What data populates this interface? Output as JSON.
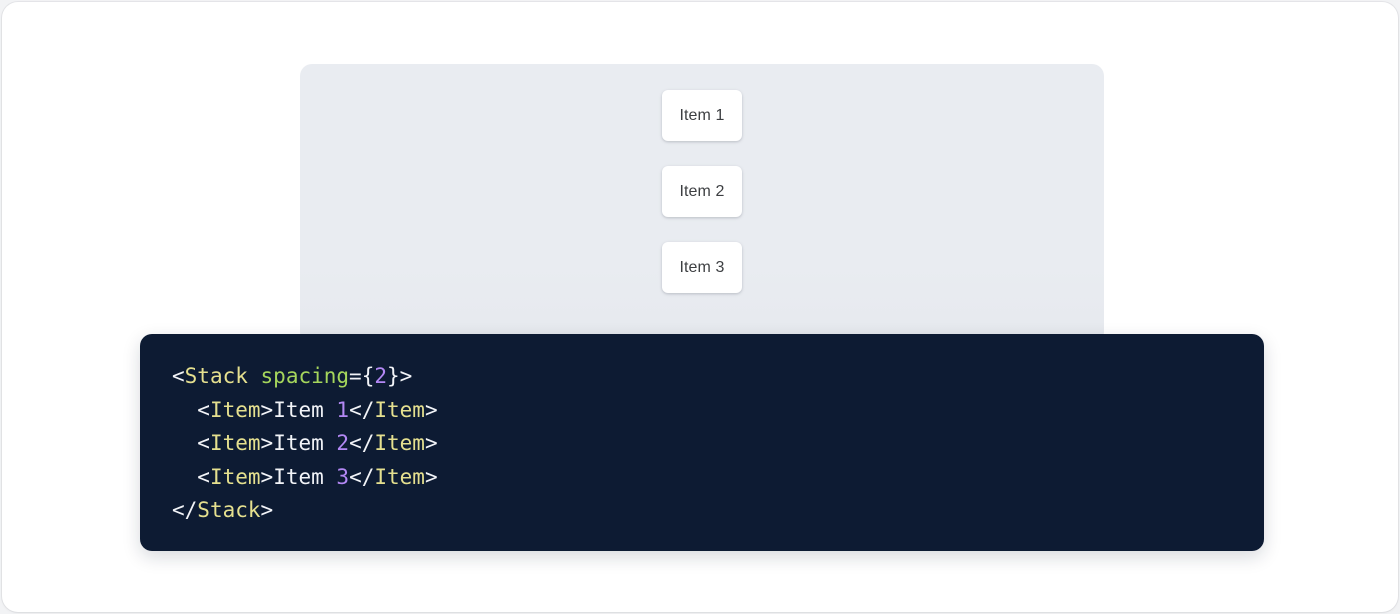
{
  "page": {
    "background_color": "#f2f3f5",
    "frame_color": "#ffffff"
  },
  "preview": {
    "surface_color": "#e9ecf1",
    "items": [
      {
        "label": "Item 1"
      },
      {
        "label": "Item 2"
      },
      {
        "label": "Item 3"
      }
    ]
  },
  "code_panel": {
    "background_color": "#0d1b33",
    "colors": {
      "tag": "#e5e08f",
      "attribute": "#a5d65c",
      "number": "#b388f5",
      "punctuation": "#f2f4f8",
      "text": "#f2f4f8"
    },
    "lines": [
      {
        "tokens": [
          {
            "t": "<",
            "k": "punct"
          },
          {
            "t": "Stack",
            "k": "tag"
          },
          {
            "t": " ",
            "k": "space"
          },
          {
            "t": "spacing",
            "k": "attr"
          },
          {
            "t": "=",
            "k": "punct"
          },
          {
            "t": "{",
            "k": "punct"
          },
          {
            "t": "2",
            "k": "num"
          },
          {
            "t": "}",
            "k": "punct"
          },
          {
            "t": ">",
            "k": "punct"
          }
        ]
      },
      {
        "tokens": [
          {
            "t": "  ",
            "k": "space"
          },
          {
            "t": "<",
            "k": "punct"
          },
          {
            "t": "Item",
            "k": "tag"
          },
          {
            "t": ">",
            "k": "punct"
          },
          {
            "t": "Item ",
            "k": "text"
          },
          {
            "t": "1",
            "k": "num"
          },
          {
            "t": "</",
            "k": "punct"
          },
          {
            "t": "Item",
            "k": "tag"
          },
          {
            "t": ">",
            "k": "punct"
          }
        ]
      },
      {
        "tokens": [
          {
            "t": "  ",
            "k": "space"
          },
          {
            "t": "<",
            "k": "punct"
          },
          {
            "t": "Item",
            "k": "tag"
          },
          {
            "t": ">",
            "k": "punct"
          },
          {
            "t": "Item ",
            "k": "text"
          },
          {
            "t": "2",
            "k": "num"
          },
          {
            "t": "</",
            "k": "punct"
          },
          {
            "t": "Item",
            "k": "tag"
          },
          {
            "t": ">",
            "k": "punct"
          }
        ]
      },
      {
        "tokens": [
          {
            "t": "  ",
            "k": "space"
          },
          {
            "t": "<",
            "k": "punct"
          },
          {
            "t": "Item",
            "k": "tag"
          },
          {
            "t": ">",
            "k": "punct"
          },
          {
            "t": "Item ",
            "k": "text"
          },
          {
            "t": "3",
            "k": "num"
          },
          {
            "t": "</",
            "k": "punct"
          },
          {
            "t": "Item",
            "k": "tag"
          },
          {
            "t": ">",
            "k": "punct"
          }
        ]
      },
      {
        "tokens": [
          {
            "t": "</",
            "k": "punct"
          },
          {
            "t": "Stack",
            "k": "tag"
          },
          {
            "t": ">",
            "k": "punct"
          }
        ]
      }
    ],
    "plain_text": "<Stack spacing={2}>\n  <Item>Item 1</Item>\n  <Item>Item 2</Item>\n  <Item>Item 3</Item>\n</Stack>"
  }
}
